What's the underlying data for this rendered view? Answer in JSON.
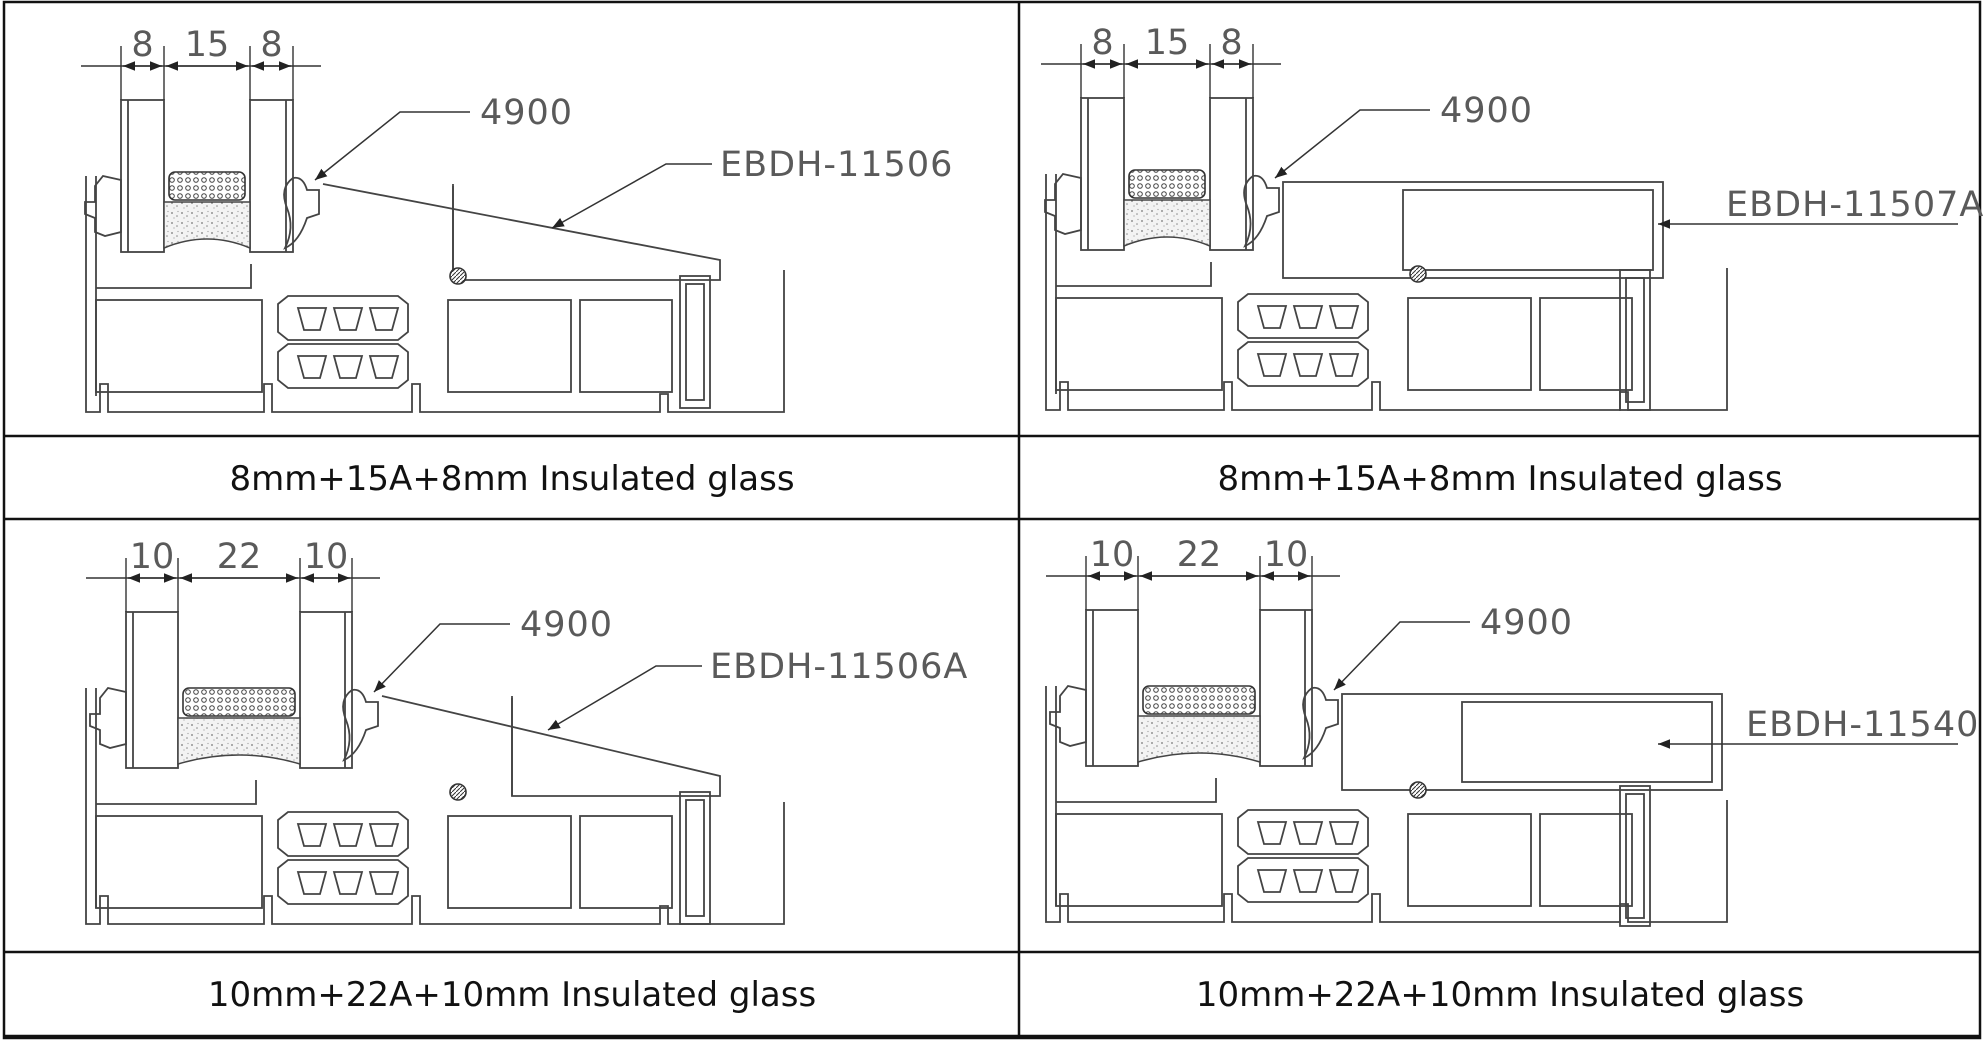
{
  "panels": [
    {
      "dims": [
        "8",
        "15",
        "8"
      ],
      "gasket_label": "4900",
      "profile_label": "EBDH-11506",
      "caption": "8mm+15A+8mm Insulated glass"
    },
    {
      "dims": [
        "8",
        "15",
        "8"
      ],
      "gasket_label": "4900",
      "profile_label": "EBDH-11507A",
      "caption": "8mm+15A+8mm Insulated glass"
    },
    {
      "dims": [
        "10",
        "22",
        "10"
      ],
      "gasket_label": "4900",
      "profile_label": "EBDH-11506A",
      "caption": "10mm+22A+10mm Insulated glass"
    },
    {
      "dims": [
        "10",
        "22",
        "10"
      ],
      "gasket_label": "4900",
      "profile_label": "EBDH-11540",
      "caption": "10mm+22A+10mm Insulated glass"
    }
  ],
  "colors": {
    "grid_line": "#111111",
    "drawing_line": "#444444",
    "callout_line": "#333333"
  }
}
